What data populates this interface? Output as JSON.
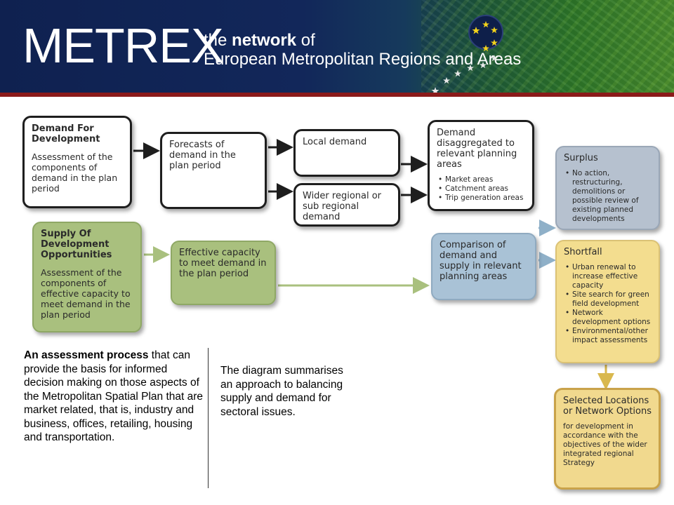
{
  "header": {
    "brand": "METREX",
    "tagline_prefix": "the ",
    "tagline_bold": "network",
    "tagline_suffix": " of",
    "tagline_line2": "European Metropolitan Regions and Areas"
  },
  "diagram": {
    "demand": {
      "title": "Demand For Development",
      "body": "Assessment of the components of demand in the plan period"
    },
    "forecasts": {
      "body": "Forecasts of demand in the plan period"
    },
    "local_demand": {
      "body": "Local demand"
    },
    "wider_demand": {
      "body": "Wider regional or sub regional demand"
    },
    "disaggregated": {
      "title": "Demand disaggregated to relevant planning areas",
      "bullets": [
        "Market areas",
        "Catchment areas",
        "Trip generation areas"
      ]
    },
    "surplus": {
      "title": "Surplus",
      "bullets": [
        "No action, restructuring, demolitions or possible review of existing planned developments"
      ]
    },
    "supply": {
      "title": "Supply Of Development Opportunities",
      "body": "Assessment of the components of effective capacity to meet demand in the plan period"
    },
    "capacity": {
      "body": "Effective capacity to meet demand in the plan period"
    },
    "comparison": {
      "body": "Comparison of demand and supply in relevant planning areas"
    },
    "shortfall": {
      "title": "Shortfall",
      "bullets": [
        "Urban renewal to increase effective capacity",
        "Site search for green field development",
        "Network development options",
        "Environmental/other impact assessments"
      ]
    },
    "selected": {
      "title": "Selected Locations or Network Options",
      "body": "for development in accordance with the objectives of the wider integrated regional Strategy"
    }
  },
  "text": {
    "left_bold": "An assessment process",
    "left_rest": " that can provide the basis for informed decision making on those aspects of the Metropolitan Spatial Plan that are market related, that is, industry and business, offices, retailing, housing and transportation.",
    "right": "The diagram summarises an approach to balancing supply and demand for sectoral issues."
  },
  "colors": {
    "banner": "#12275a",
    "accent_red": "#8b1a1a",
    "green_box": "#a9c07e",
    "blue_box": "#a9c2d6",
    "grey_box": "#b6c1cf",
    "yellow_box": "#f3dd8f",
    "stars": "#f2d21b"
  }
}
